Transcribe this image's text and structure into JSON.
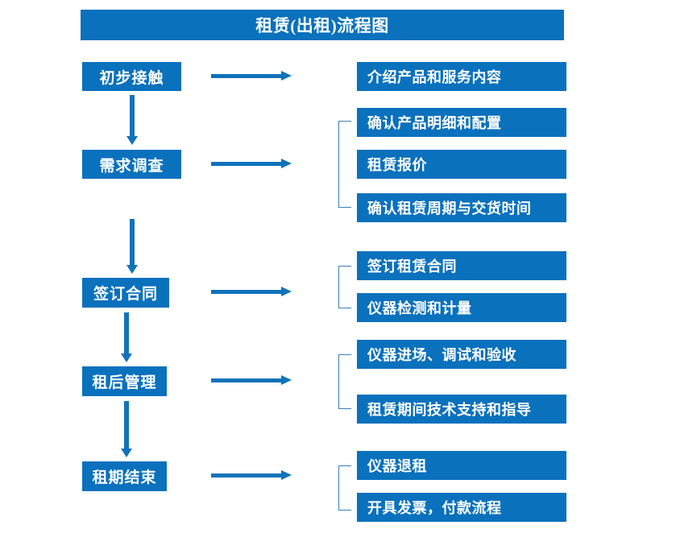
{
  "diagram": {
    "title": "租赁(出租)流程图",
    "accent_color": "#0a71bd",
    "arrow_color": "#1073ba",
    "bracket_color": "#3a7fb5",
    "text_color": "#ffffff",
    "background_color": "#ffffff",
    "stages": [
      {
        "label": "初步接触"
      },
      {
        "label": "需求调查"
      },
      {
        "label": "签订合同"
      },
      {
        "label": "租后管理"
      },
      {
        "label": "租期结束"
      }
    ],
    "detail_groups": [
      {
        "stage": "初步接触",
        "bracket": false,
        "items": [
          {
            "label": "介绍产品和服务内容"
          }
        ]
      },
      {
        "stage": "需求调查",
        "bracket": true,
        "items": [
          {
            "label": "确认产品明细和配置"
          },
          {
            "label": "租赁报价"
          },
          {
            "label": "确认租赁周期与交货时间"
          }
        ]
      },
      {
        "stage": "签订合同",
        "bracket": true,
        "items": [
          {
            "label": "签订租赁合同"
          },
          {
            "label": "仪器检测和计量"
          }
        ]
      },
      {
        "stage": "租后管理",
        "bracket": true,
        "items": [
          {
            "label": "仪器进场、调试和验收"
          },
          {
            "label": "租赁期间技术支持和指导"
          }
        ]
      },
      {
        "stage": "租期结束",
        "bracket": true,
        "items": [
          {
            "label": "仪器退租"
          },
          {
            "label": "开具发票，付款流程"
          }
        ]
      }
    ]
  }
}
